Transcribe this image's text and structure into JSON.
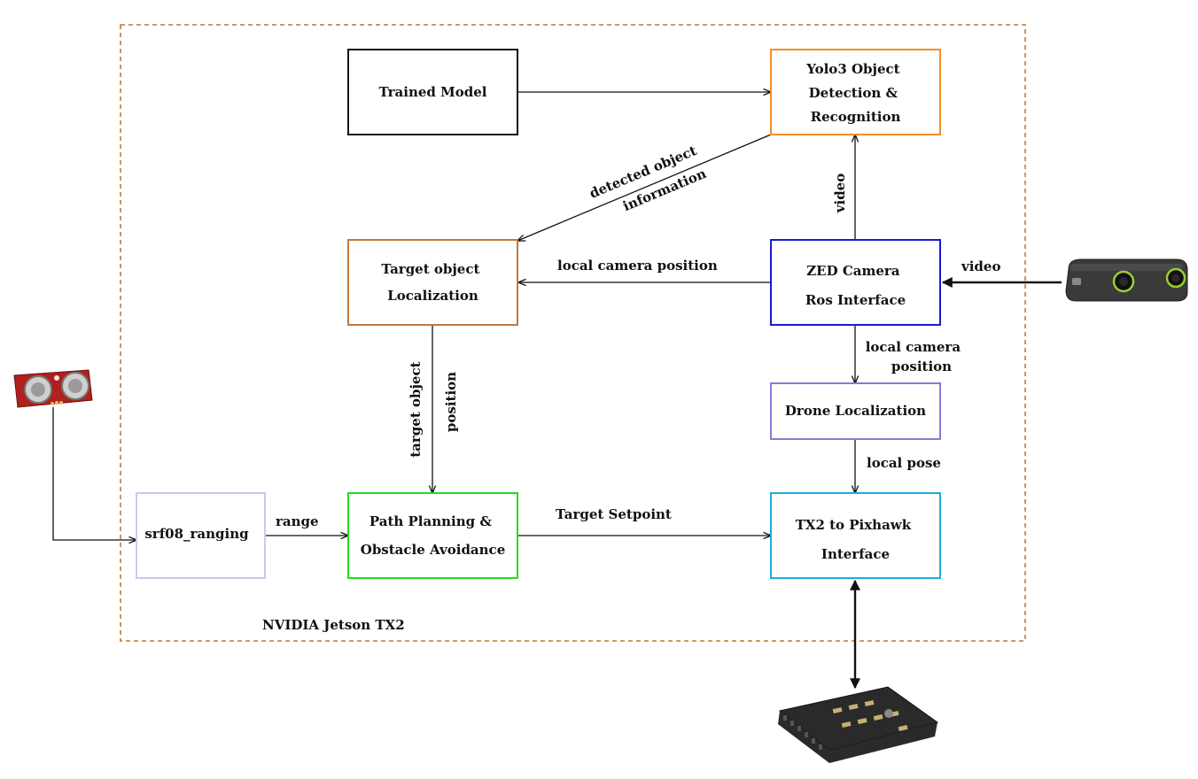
{
  "container": {
    "label": "NVIDIA Jetson TX2",
    "border_color": "#c0792f"
  },
  "nodes": {
    "trained_model": {
      "lines": [
        "Trained Model"
      ],
      "color": "#111111"
    },
    "yolo": {
      "lines": [
        "Yolo3 Object",
        "Detection &",
        "Recognition"
      ],
      "color": "#f39021"
    },
    "target_loc": {
      "lines": [
        "Target object",
        "Localization"
      ],
      "color": "#c0793c"
    },
    "zed": {
      "lines": [
        "ZED Camera",
        "Ros Interface"
      ],
      "color": "#1a1ad6"
    },
    "drone_loc": {
      "lines": [
        "Drone Localization"
      ],
      "color": "#7f7fd8"
    },
    "srf08": {
      "lines": [
        "srf08_ranging"
      ],
      "color": "#c9c9f0"
    },
    "path": {
      "lines": [
        "Path Planning &",
        "Obstacle Avoidance"
      ],
      "color": "#22dd22"
    },
    "tx2_pix": {
      "lines": [
        "TX2 to Pixhawk",
        "Interface"
      ],
      "color": "#1aaee0"
    }
  },
  "edge_labels": {
    "detected": [
      "detected object",
      "information"
    ],
    "video_up": "video",
    "local_cam_pos": "local camera position",
    "video_in": "video",
    "target_pos": [
      "target object",
      "position"
    ],
    "local_cam_pos2": [
      "local camera",
      "position"
    ],
    "local_pose": "local pose",
    "range": "range",
    "target_setpoint": "Target Setpoint"
  },
  "devices": {
    "zed_camera_color": "#3a3a3a",
    "zed_lens_accent": "#9acd32",
    "ultrasonic_board_color": "#b0201c",
    "pixhawk_color": "#2a2a2a"
  }
}
